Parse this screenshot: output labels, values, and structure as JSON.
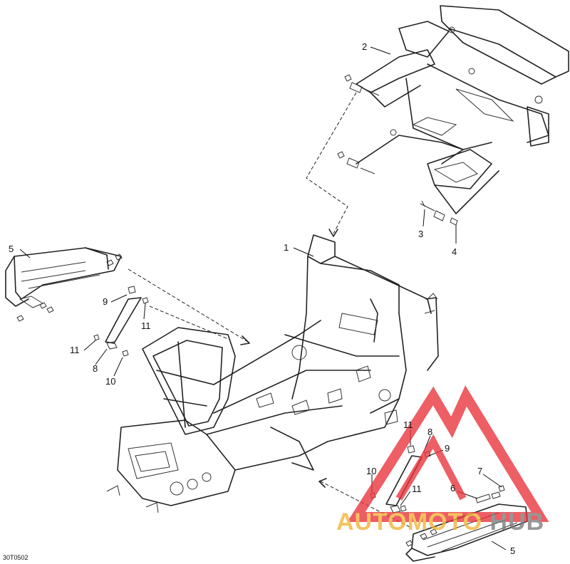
{
  "diagram_code": "30T0502",
  "callouts": [
    {
      "id": "c1",
      "label": "1"
    },
    {
      "id": "c2",
      "label": "2"
    },
    {
      "id": "c3",
      "label": "3"
    },
    {
      "id": "c4",
      "label": "4"
    },
    {
      "id": "c5a",
      "label": "5"
    },
    {
      "id": "c5b",
      "label": "5"
    },
    {
      "id": "c6",
      "label": "6"
    },
    {
      "id": "c7",
      "label": "7"
    },
    {
      "id": "c8a",
      "label": "8"
    },
    {
      "id": "c8b",
      "label": "8"
    },
    {
      "id": "c9a",
      "label": "9"
    },
    {
      "id": "c9b",
      "label": "9"
    },
    {
      "id": "c10a",
      "label": "10"
    },
    {
      "id": "c10b",
      "label": "10"
    },
    {
      "id": "c11a",
      "label": "11"
    },
    {
      "id": "c11b",
      "label": "11"
    },
    {
      "id": "c11c",
      "label": "11"
    },
    {
      "id": "c11d",
      "label": "11"
    }
  ],
  "watermark": {
    "text_part1": "AUTOMOTO",
    "text_part2": "HUB",
    "color_primary": "#e8323a",
    "color_secondary": "#f2b233"
  }
}
